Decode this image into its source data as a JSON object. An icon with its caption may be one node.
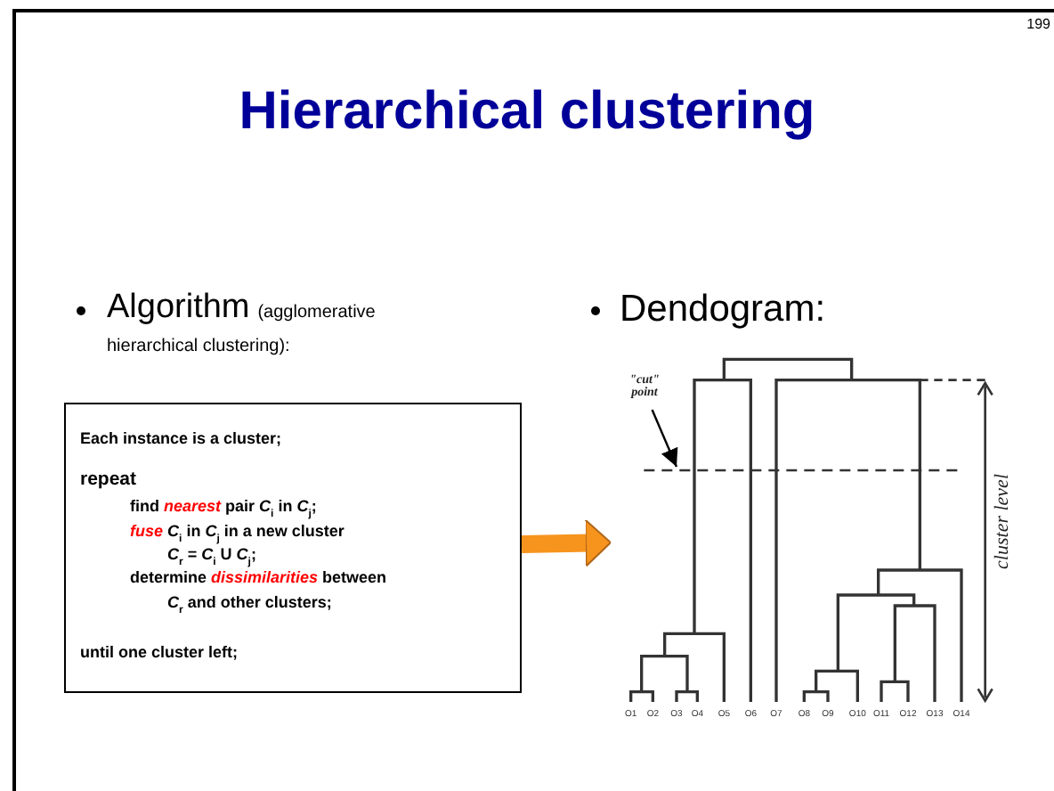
{
  "diagram": {
    "title": "Hierarchical clustering",
    "nodes": [
      {
        "text": [
          "Each instance is a cluster;",
          "repeat",
          "find **nearest** pair *C*$_{i}$ in *C*$_{j}$;",
          "**fuse** *C*$_{i}$ in *C*$_{j}$ in a new cluster",
          "*C*$_{r}$ = *C*$_{i}$ U *C*$_{j}$;",
          "determine **dissimilarities** between",
          "*C*$_{r}$ and other clusters;",
          "until one cluster left;"
        ]
      },
      {
        "text": [],
        "shape": "picture"
      },
      {
        "text": [
          "\"cut\" point"
        ],
        "in": 1
      }
    ],
    "edges": [
      {
        "from": 0,
        "to": 1,
        "arrow": "to",
        "style": "thick",
        "color": "#f7941d"
      },
      {
        "from": 2,
        "to": null,
        "arrow": "to",
        "color": "#000000"
      }
    ],
    "labels": [
      "199",
      "Algorithm",
      "(agglomerative hierarchical clustering):",
      "Dendogram:",
      "cluster level",
      "O1",
      "O2",
      "O3",
      "O4",
      "O5",
      "O6",
      "O7",
      "O8",
      "O9",
      "O10",
      "O11",
      "O12",
      "O13",
      "O14"
    ]
  }
}
